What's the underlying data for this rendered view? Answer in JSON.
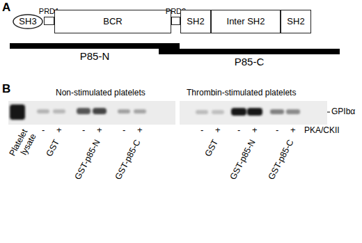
{
  "diagram": {
    "nodes": [
      {
        "text": [
          "SH3"
        ]
      },
      {
        "text": [
          "PRD1"
        ]
      },
      {
        "text": [
          "BCR"
        ]
      },
      {
        "text": [
          "PRD2"
        ]
      },
      {
        "text": [
          "SH2"
        ]
      },
      {
        "text": [
          "Inter SH2"
        ]
      },
      {
        "text": [
          "SH2"
        ]
      },
      {
        "text": [
          "P85-N"
        ]
      },
      {
        "text": [
          "P85-C"
        ]
      }
    ],
    "labels": [
      "A",
      "B",
      "Non-stimulated platelets",
      "Thrombin-stimulated platelets",
      "GPIbα",
      "Platelet lysate",
      "GST",
      "GST-p85-N",
      "GST-p85-C",
      "GST",
      "GST-p85-N",
      "GST-p85-C",
      "-",
      "+",
      "-",
      "+",
      "-",
      "+",
      "-",
      "+",
      "-",
      "+",
      "-",
      "+",
      "PKA/CKII"
    ]
  }
}
